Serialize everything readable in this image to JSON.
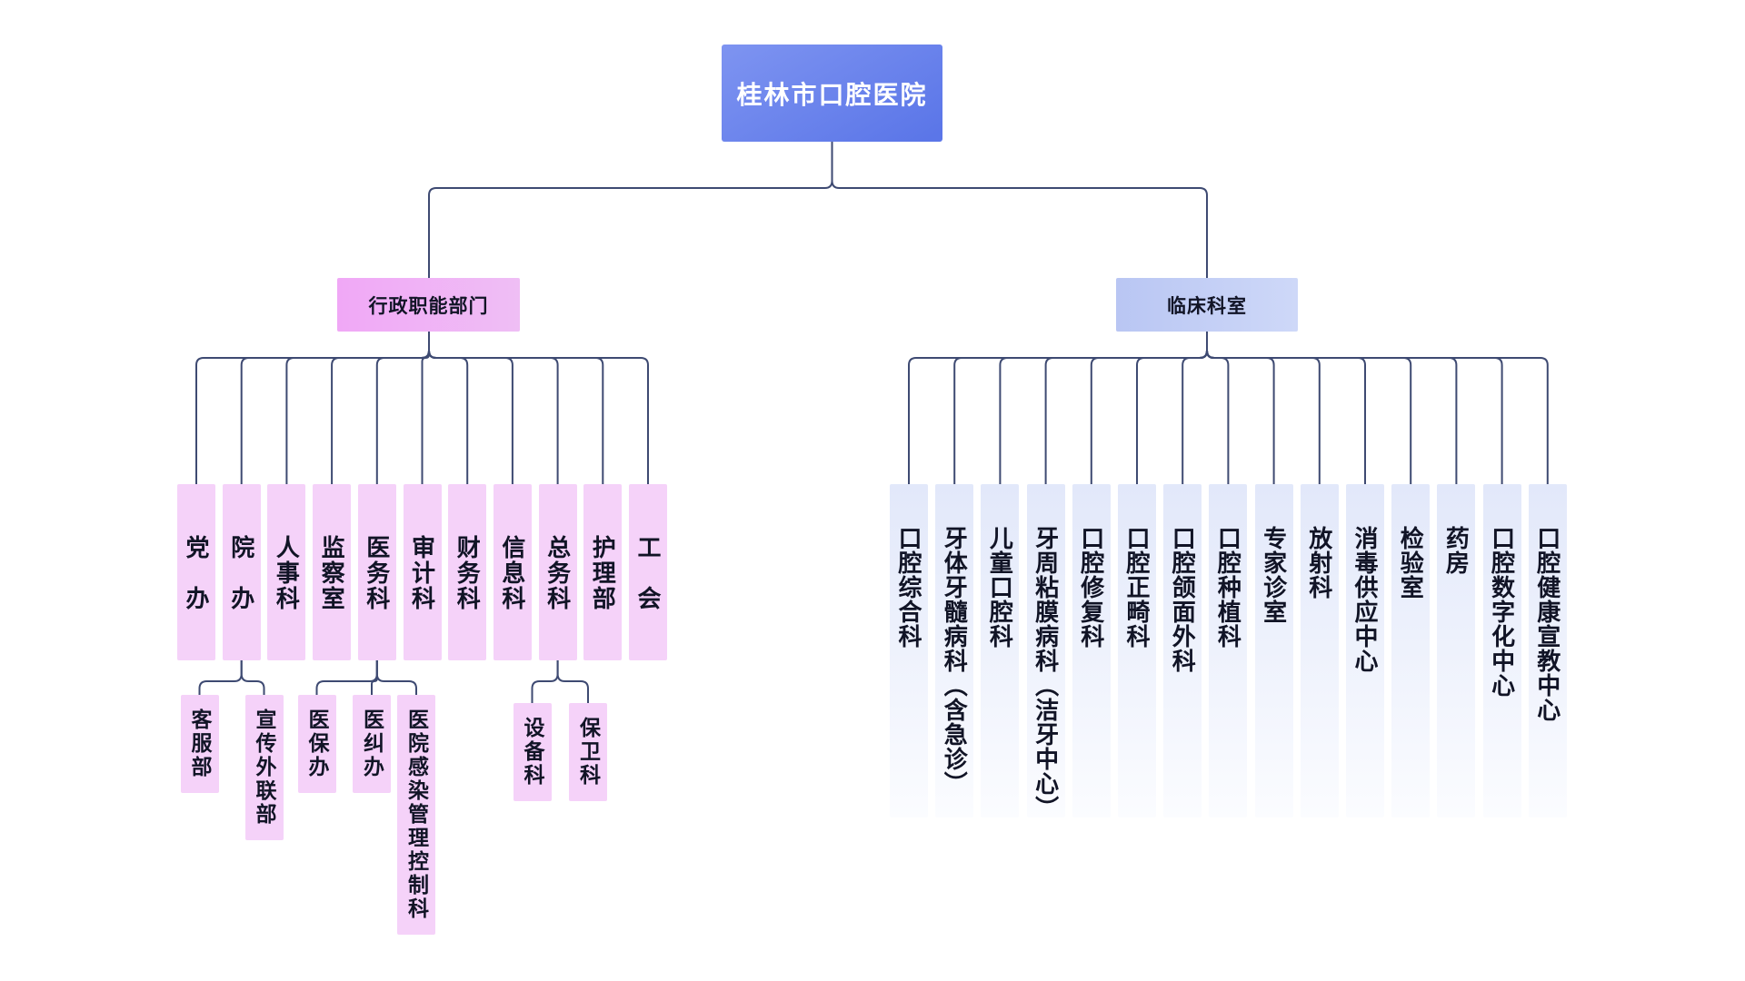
{
  "root": {
    "label": "桂林市口腔医院"
  },
  "groups": [
    {
      "label": "行政职能部门",
      "children": [
        {
          "label": "党办"
        },
        {
          "label": "院办",
          "children": [
            {
              "label": "客服部"
            },
            {
              "label": "宣传外联部"
            }
          ]
        },
        {
          "label": "人事科"
        },
        {
          "label": "监察室"
        },
        {
          "label": "医务科",
          "children": [
            {
              "label": "医保办"
            },
            {
              "label": "医纠办"
            },
            {
              "label": "医院感染管理控制科"
            }
          ]
        },
        {
          "label": "审计科"
        },
        {
          "label": "财务科"
        },
        {
          "label": "信息科"
        },
        {
          "label": "总务科",
          "children": [
            {
              "label": "设备科"
            },
            {
              "label": "保卫科"
            }
          ]
        },
        {
          "label": "护理部"
        },
        {
          "label": "工会"
        }
      ]
    },
    {
      "label": "临床科室",
      "children": [
        {
          "label": "口腔综合科"
        },
        {
          "label": "牙体牙髓病科（含急诊）"
        },
        {
          "label": "儿童口腔科"
        },
        {
          "label": "牙周粘膜病科（洁牙中心）"
        },
        {
          "label": "口腔修复科"
        },
        {
          "label": "口腔正畸科"
        },
        {
          "label": "口腔颌面外科"
        },
        {
          "label": "口腔种植科"
        },
        {
          "label": "专家诊室"
        },
        {
          "label": "放射科"
        },
        {
          "label": "消毒供应中心"
        },
        {
          "label": "检验室"
        },
        {
          "label": "药房"
        },
        {
          "label": "口腔数字化中心"
        },
        {
          "label": "口腔健康宣教中心"
        }
      ]
    }
  ],
  "colors": {
    "root_gradient_start": "#7E94F1",
    "root_gradient_end": "#5B76E8",
    "root_text": "#FFFFFF",
    "admin_branch_start": "#F0A8F6",
    "admin_branch_end": "#EFBEF5",
    "admin_child": "#F5D2F9",
    "clinical_branch_start": "#B9C6F3",
    "clinical_branch_end": "#CED8F8",
    "clinical_child_top": "#E2E8FA",
    "clinical_child_bottom": "#FBFCFF",
    "connector": "#3E4A72",
    "node_text": "#111426"
  }
}
